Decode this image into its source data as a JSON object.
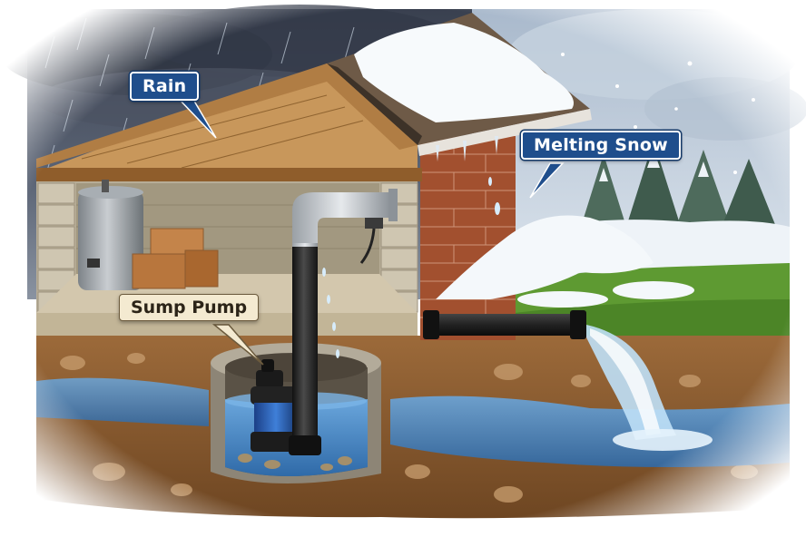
{
  "labels": {
    "rain": "Rain",
    "melting_snow": "Melting Snow",
    "sump_pump": "Sump Pump"
  },
  "colors": {
    "label_blue": "#1f4e8c",
    "label_cream": "#f4ead1",
    "water": "#4a86c8",
    "grass": "#5e9a32",
    "brick": "#a2502f",
    "soil": "#8a5a2e"
  },
  "icons": [
    "water-heater-icon",
    "storage-box-icon",
    "sump-pump-icon",
    "discharge-pipe-icon"
  ]
}
